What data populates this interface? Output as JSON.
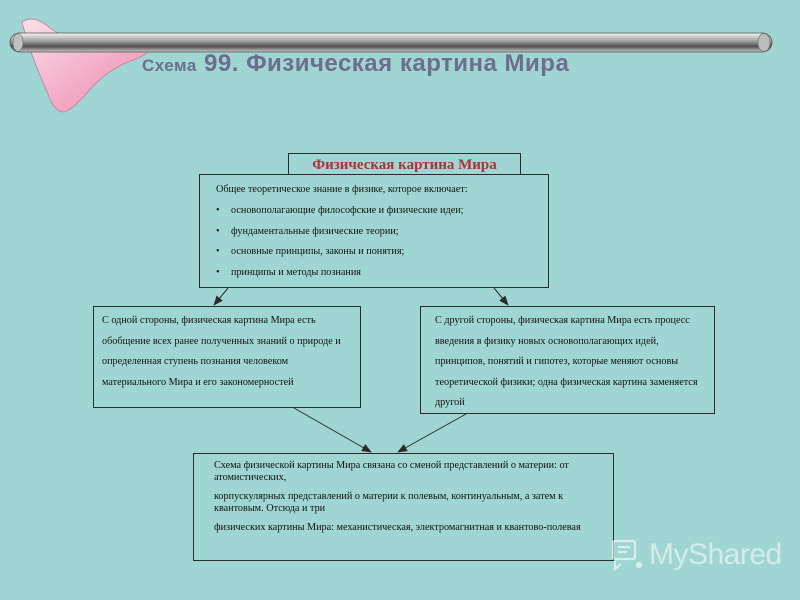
{
  "slide": {
    "title_prefix": "Схема",
    "title_main": "99. Физическая картина Мира"
  },
  "diagram": {
    "head": "Физическая картина Мира",
    "definition": {
      "intro": "Общее теоретическое знание в физике, которое включает:",
      "items": [
        "основополагающие философские и физические идеи;",
        "фундаментальные физические теории;",
        "основные принципы, законы и понятия;",
        "принципы и методы познания"
      ]
    },
    "left": "С одной стороны, физическая картина Мира есть обобщение всех ранее полученных знаний о природе и определенная ступень познания человеком материального Мира и его закономерностей",
    "right": "С другой стороны, физическая картина Мира есть процесс введения в физику новых основополагающих идей, принципов, понятий и гипотез, которые меняют основы теоретической физики; одна физическая картина заменяется другой",
    "bottom": [
      "Схема физической картины Мира связана со сменой представлений о материи: от атомистических,",
      "корпускулярных представлений о материи к полевым, континуальным, а затем к квантовым. Отсюда и три",
      "физических картины Мира: механистическая, электромагнитная и квантово-полевая"
    ]
  },
  "watermark": {
    "logo_text": "MyShared"
  },
  "colors": {
    "background": "#9fd6d3",
    "title": "#6e6e8c",
    "head_text": "#b0303a",
    "boomerang": "#f4b8cf"
  }
}
